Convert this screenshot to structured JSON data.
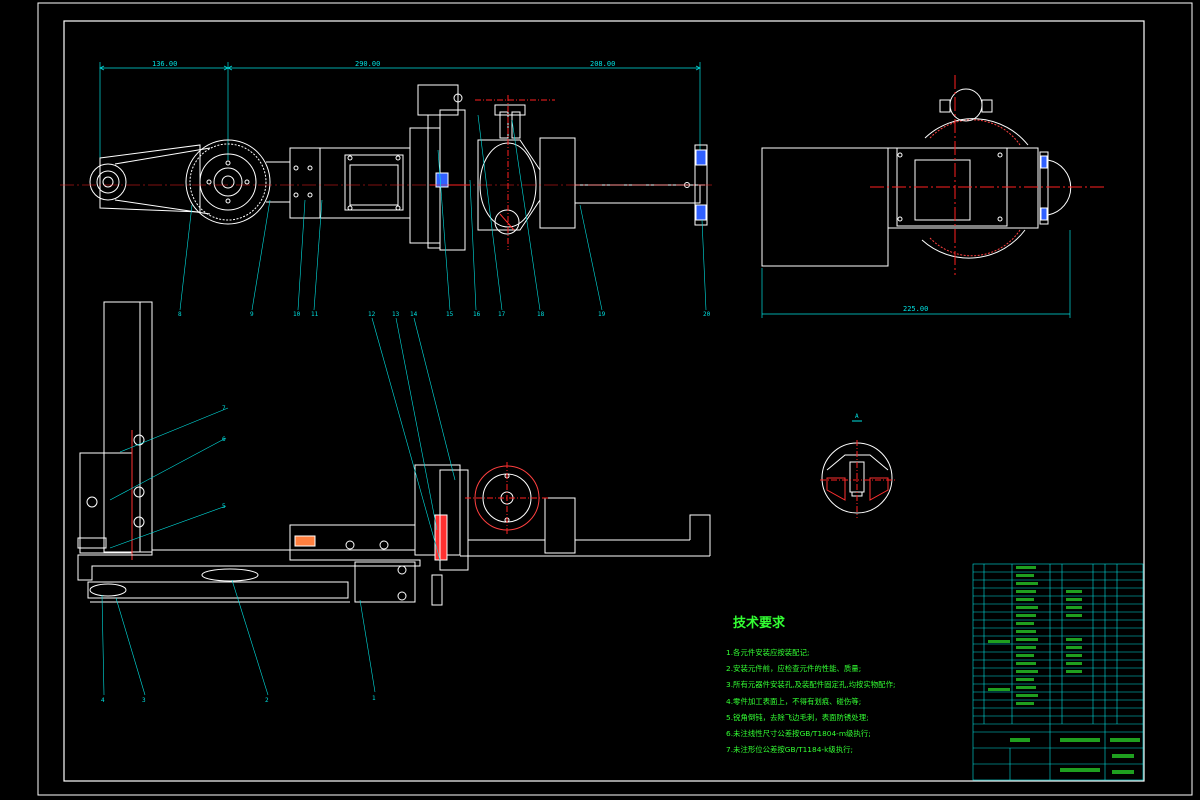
{
  "dimensions": {
    "d1": "136.00",
    "d2": "290.00",
    "d3": "208.00",
    "d4": "225.00"
  },
  "section_label": "A",
  "tech_requirements": {
    "title": "技术要求",
    "items": [
      "1.各元件安装应按装配记;",
      "2.安装元件前，应检查元件的性能、质量;",
      "3.所有元器件安装孔,及装配件固定孔,均按实物配作;",
      "4.零件加工表面上，不得有划痕、碰伤等;",
      "5.锐角倒钝，去除飞边毛刺，表面防锈处理;",
      "6.未注线性尺寸公差按GB/T1804-m级执行;",
      "7.未注形位公差按GB/T1184-k级执行;"
    ]
  },
  "colors": {
    "frame": "#ffffff",
    "part": "#ffffff",
    "leader": "#00e0e0",
    "centerline": "#ff2020",
    "text": "#33ff33",
    "hatch": "#ff3030",
    "gear": "#ff4040"
  }
}
